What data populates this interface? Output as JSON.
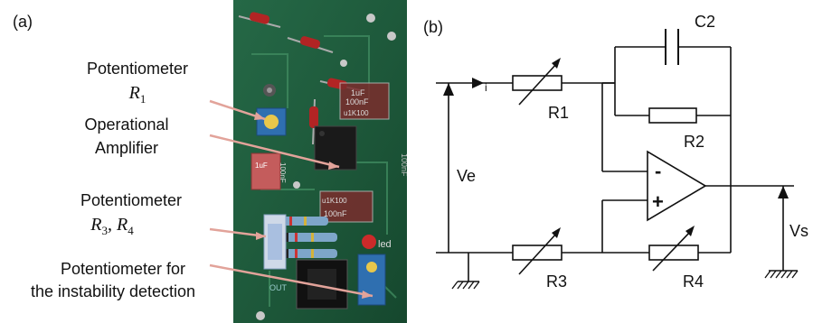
{
  "panel_a": {
    "label": "(a)",
    "annotations": [
      {
        "id": "pot-r1",
        "text": "Potentiometer",
        "math_base": "R",
        "math_sub": "1"
      },
      {
        "id": "opamp",
        "line1": "Operational",
        "line2": "Amplifier"
      },
      {
        "id": "pot-r3r4",
        "text": "Potentiometer",
        "math_a": "R",
        "math_a_sub": "3",
        "math_sep": ",",
        "math_b": "R",
        "math_b_sub": "4"
      },
      {
        "id": "pot-instab",
        "line1": "Potentiometer for",
        "line2": "the instability detection"
      }
    ],
    "board_text": [
      "1uF",
      "100nF",
      "u1K100",
      "u1K100",
      "100nF",
      "1uF",
      "100nF",
      "100nF",
      "led",
      "OUT"
    ]
  },
  "panel_b": {
    "label": "(b)",
    "components": {
      "r1": "R1",
      "r2": "R2",
      "r3": "R3",
      "r4": "R4",
      "c2": "C2",
      "current": "i",
      "ve": "Ve",
      "vs": "Vs",
      "minus": "-",
      "plus": "+"
    }
  },
  "colors": {
    "pointer": "#e2a39a",
    "pcb_green": "#1f5b3c",
    "pot_blue": "#2f6fb0",
    "wire": "#111111"
  }
}
